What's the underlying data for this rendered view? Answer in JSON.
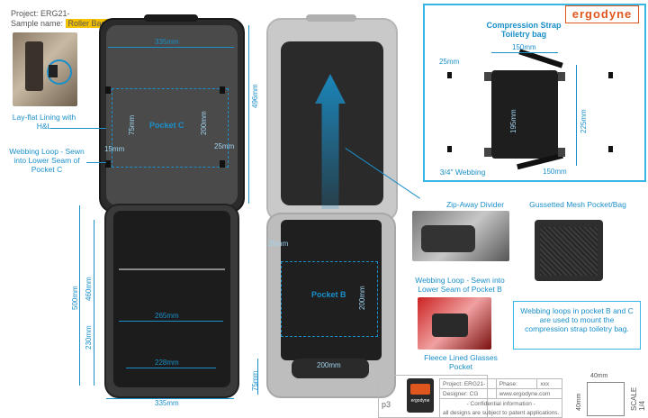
{
  "header": {
    "project_label": "Project: ERG21-",
    "sample_label": "Sample name:",
    "sample_value": "Roller Bag"
  },
  "logo": {
    "text": "ergodyne",
    "brand_color": "#e0561f"
  },
  "accent_color": "#1a8fc9",
  "callouts": {
    "lay_flat": "Lay-flat Lining with H&L",
    "webbing_c": "Webbing Loop - Sewn into Lower Seam of Pocket C",
    "zip_divider": "Zip-Away Divider",
    "webbing_b": "Webbing Loop - Sewn into Lower Seam of Pocket B",
    "fleece": "Fleece Lined Glasses Pocket",
    "gusseted": "Gussetted Mesh Pocket/Bag",
    "webbing_34": "3/4\" Webbing"
  },
  "pockets": {
    "c": "Pocket C",
    "b": "Pocket B"
  },
  "dims_left": {
    "top_width": "335mm",
    "height_total": "496mm",
    "pocket_c_h": "200mm",
    "loop_gap": "75mm",
    "loop_15": "15mm",
    "loop_25": "25mm",
    "lower_500": "500mm",
    "lower_460": "460mm",
    "lower_230": "230mm",
    "inner_265": "265mm",
    "inner_228": "228mm",
    "bottom_width": "335mm"
  },
  "dims_right": {
    "loop_25": "25mm",
    "pocket_b_h": "200mm",
    "glasses_w": "200mm",
    "side_75": "75mm"
  },
  "strap_box": {
    "title": "Compression Strap Toiletry bag",
    "w_top": "150mm",
    "w_bottom": "150mm",
    "h_195": "195mm",
    "h_225": "225mm",
    "loop_25": "25mm"
  },
  "note": "Webbing loops in pocket B and C are used to mount the compression strap toiletry bag.",
  "title_block": {
    "project": "Project: ERG21-",
    "phase_label": "Phase:",
    "phase_value": "xxx",
    "designer": "Designer: CG",
    "website": "www.ergodyne.com",
    "confidential": "- Confidential information -",
    "patent": "all designs are subject to patent applications.",
    "page": "p3",
    "scale": "SCALE 1/4",
    "scale_w": "40mm",
    "scale_h": "40mm",
    "badge_text": "ergodyne"
  }
}
